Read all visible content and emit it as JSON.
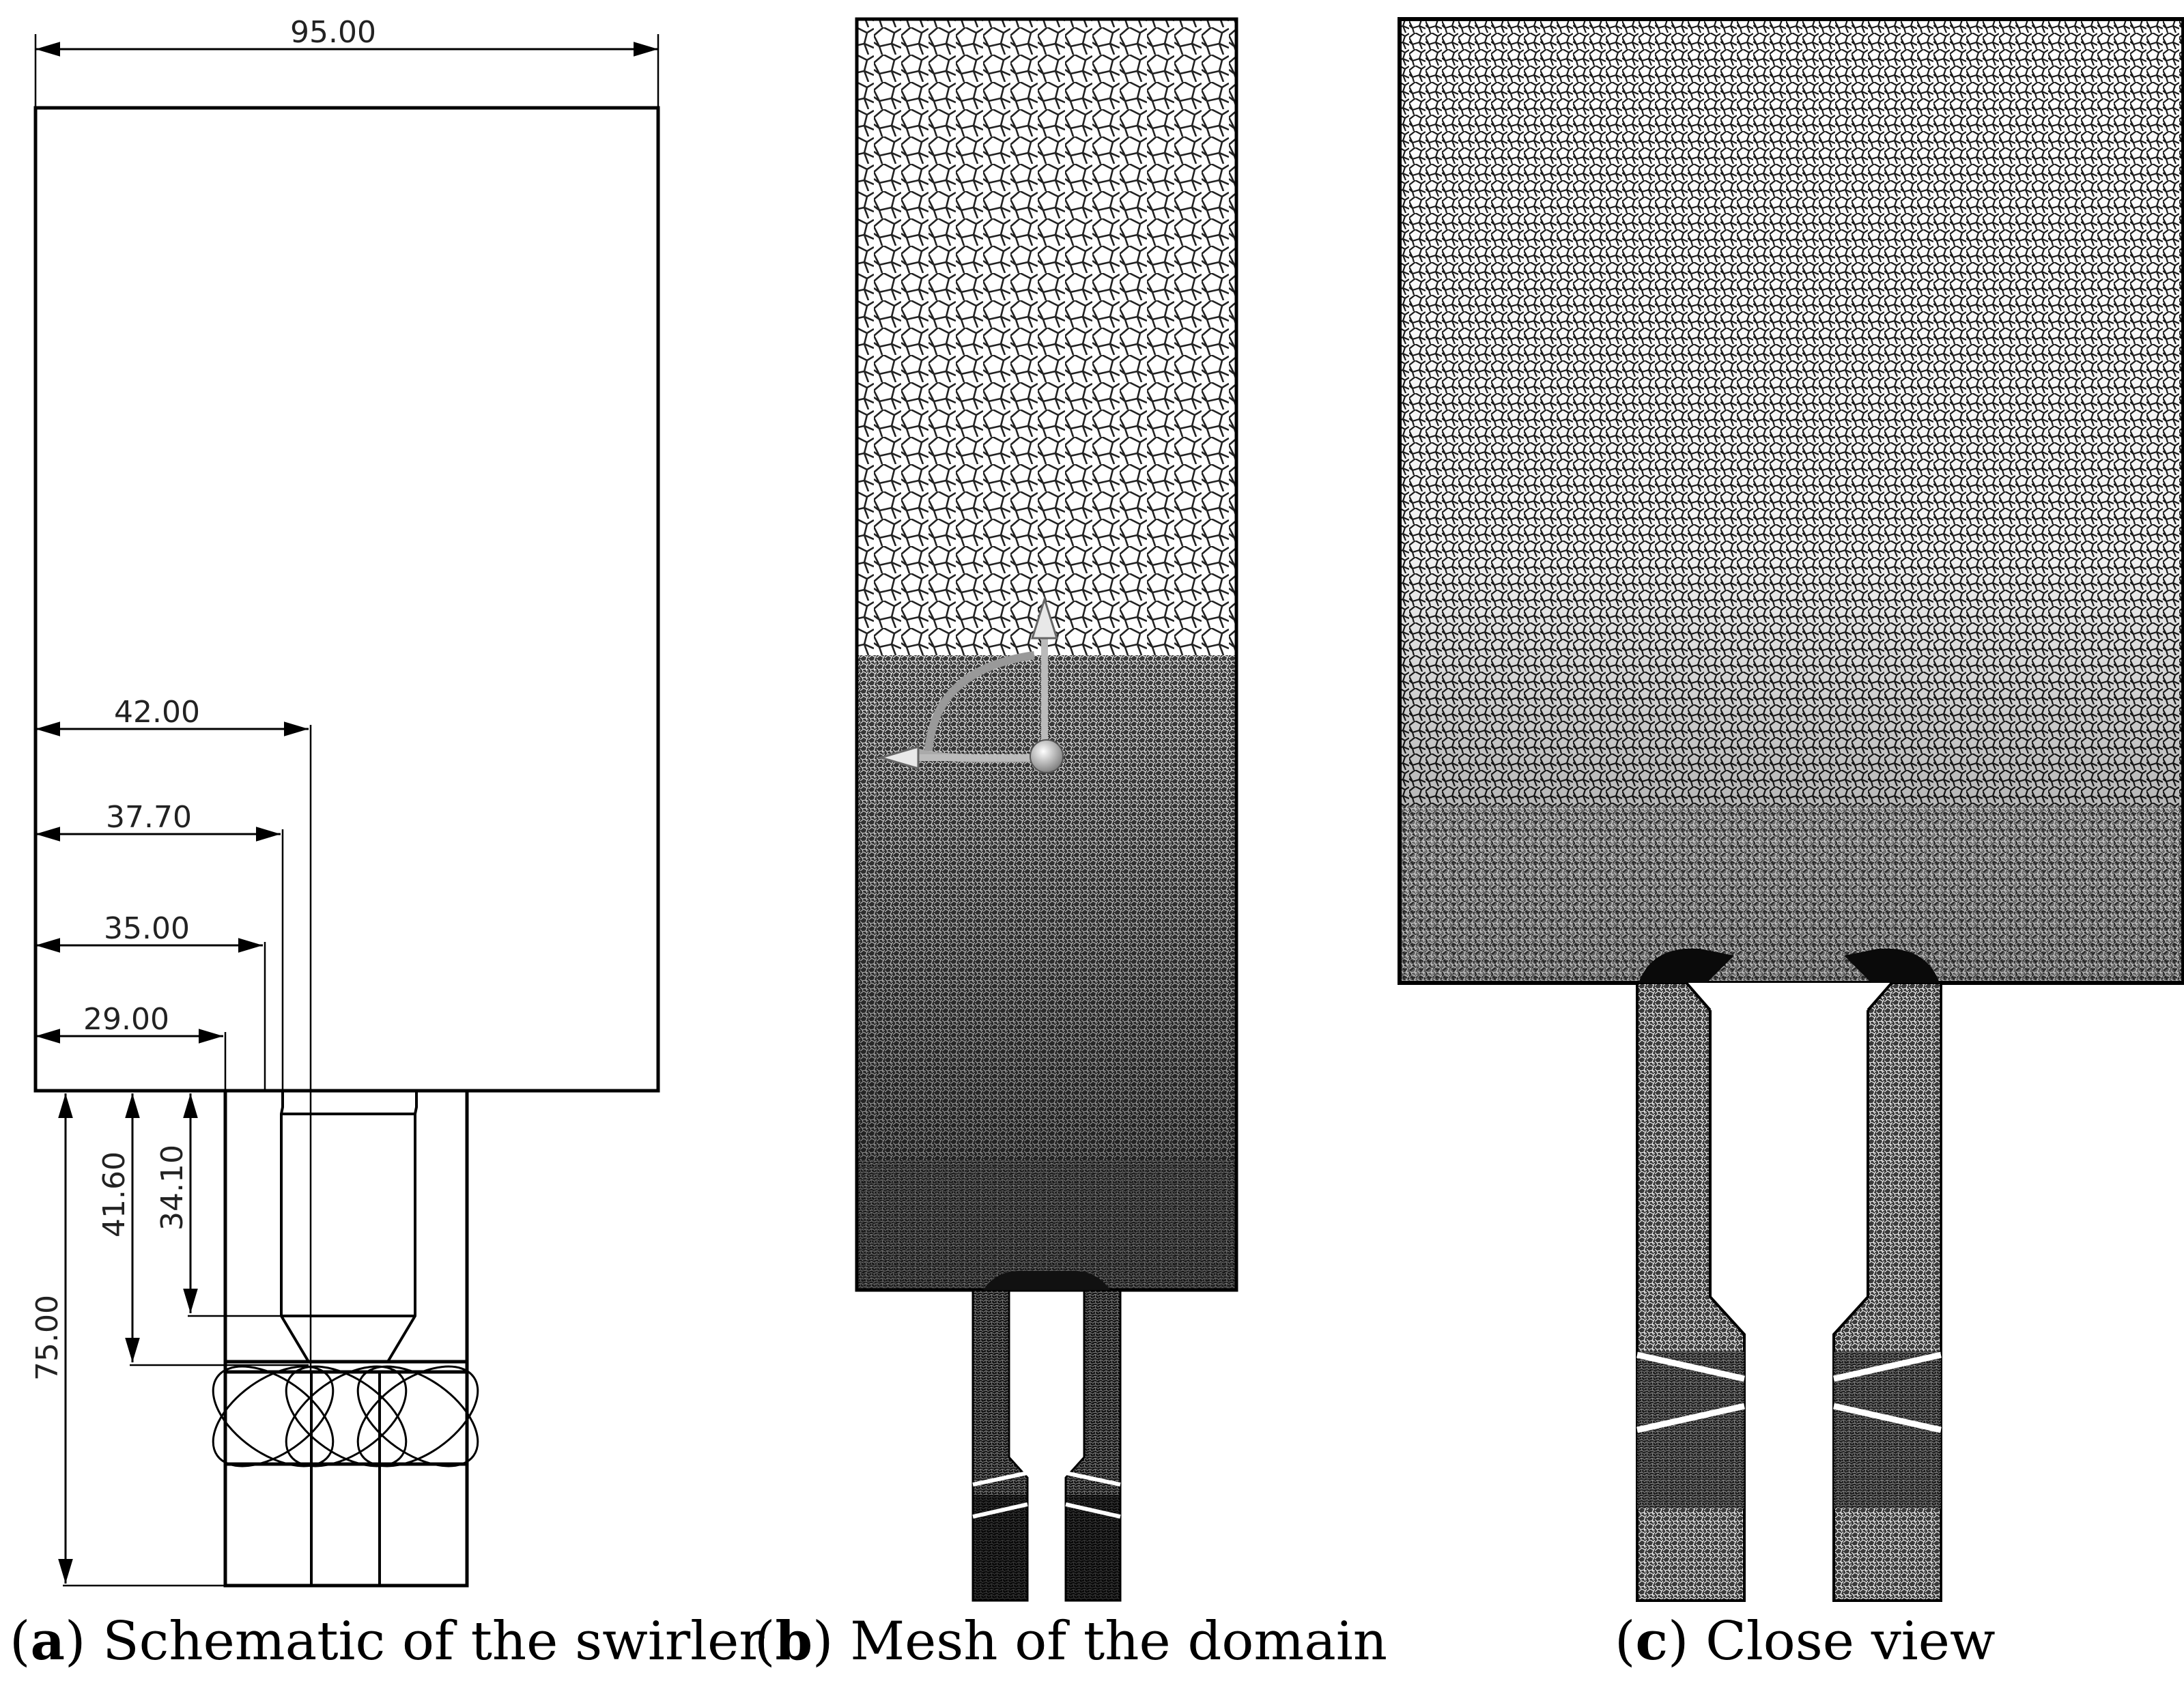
{
  "panels": {
    "a": {
      "letter": "a",
      "caption": "Schematic of the swirler",
      "dimensions": {
        "total_width": "95.00",
        "d1": "42.00",
        "d2": "37.70",
        "d3": "35.00",
        "d4": "29.00",
        "h_total": "75.00",
        "h1": "41.60",
        "h2": "34.10"
      }
    },
    "b": {
      "letter": "b",
      "caption": "Mesh of the domain"
    },
    "c": {
      "letter": "c",
      "caption": "Close view"
    }
  },
  "colors": {
    "line": "#000000",
    "mesh_dark": "#111111",
    "mesh_light": "#ffffff"
  }
}
